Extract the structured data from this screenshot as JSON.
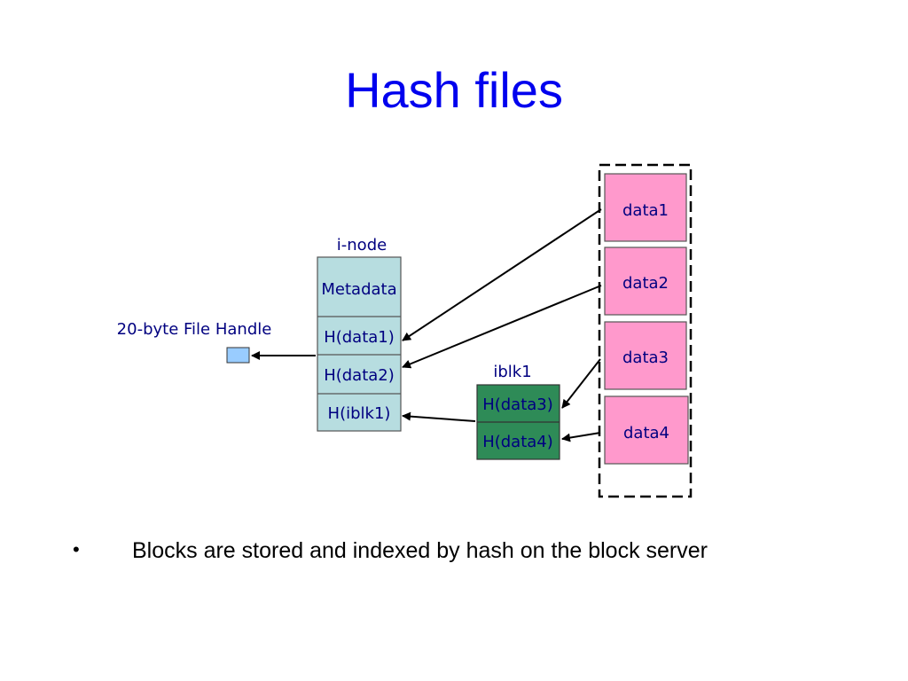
{
  "title": "Hash files",
  "diagram": {
    "inode_label": "i-node",
    "inode_cells": [
      "Metadata",
      "H(data1)",
      "H(data2)",
      "H(iblk1)"
    ],
    "file_handle_label": "20-byte File Handle",
    "iblk_label": "iblk1",
    "iblk_cells": [
      "H(data3)",
      "H(data4)"
    ],
    "data_blocks": [
      "data1",
      "data2",
      "data3",
      "data4"
    ]
  },
  "colors": {
    "inode_fill": "#b7dde0",
    "iblk_fill": "#2e8b57",
    "data_fill": "#ff99cc",
    "handle_fill": "#99ccff",
    "label_text": "#000080",
    "title_text": "#0000ee"
  },
  "bullets": [
    "Blocks are stored and indexed by hash on the block server"
  ]
}
